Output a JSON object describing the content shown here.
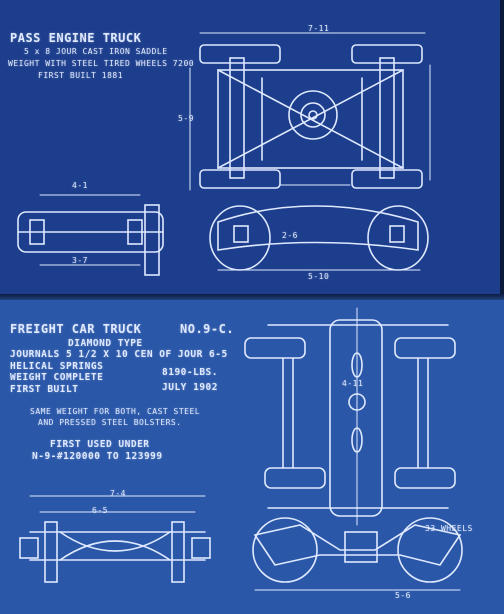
{
  "top_sheet": {
    "title": "PASS ENGINE TRUCK",
    "line_saddle": "5 x 8 JOUR CAST IRON SADDLE",
    "line_weight": "WEIGHT WITH STEEL TIRED WHEELS 7200",
    "line_built": "FIRST BUILT 1881",
    "dims": [
      "7-11",
      "5-9",
      "4-1",
      "3-7",
      "5-10",
      "2-6"
    ]
  },
  "bottom_sheet": {
    "title": "FREIGHT CAR TRUCK",
    "number": "NO.9-C.",
    "type": "DIAMOND TYPE",
    "journals": "JOURNALS 5 1/2 X 10  CEN OF JOUR 6-5",
    "springs": "HELICAL SPRINGS",
    "weight_label": "WEIGHT COMPLETE",
    "weight_value": "8190-LBS.",
    "built_label": "FIRST BUILT",
    "built_value": "JULY 1902",
    "note_line1": "SAME WEIGHT FOR BOTH, CAST STEEL",
    "note_line2": "AND PRESSED STEEL BOLSTERS.",
    "first_used": "FIRST USED UNDER",
    "range": "N-9-#120000 TO 123999",
    "wheel_label": "33 WHEELS",
    "dims": [
      "7-4",
      "6-5",
      "4-11",
      "5-6"
    ]
  },
  "colors": {
    "ink": "#dfe9ff",
    "top_paper": "#1d3e8c",
    "bottom_paper": "#2a57a8"
  }
}
